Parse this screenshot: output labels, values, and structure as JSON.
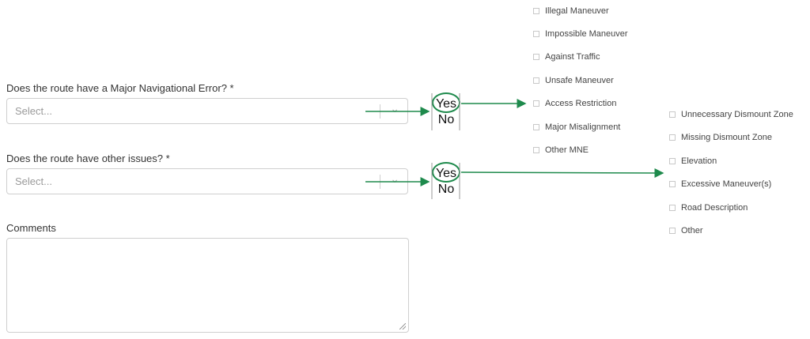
{
  "form": {
    "q1": {
      "label": "Does the route have a Major Navigational Error? *",
      "placeholder": "Select...",
      "yes": "Yes",
      "no": "No"
    },
    "q2": {
      "label": "Does the route have other issues? *",
      "placeholder": "Select...",
      "yes": "Yes",
      "no": "No"
    },
    "comments": {
      "label": "Comments",
      "value": ""
    }
  },
  "mne_options": [
    "Illegal Maneuver",
    "Impossible Maneuver",
    "Against Traffic",
    "Unsafe Maneuver",
    "Access Restriction",
    "Major Misalignment",
    "Other MNE"
  ],
  "other_options": [
    "Unnecessary Dismount Zone",
    "Missing Dismount Zone",
    "Elevation",
    "Excessive Maneuver(s)",
    "Road Description",
    "Other"
  ],
  "colors": {
    "annotation": "#1e8a4c",
    "border": "#cfcfcf",
    "placeholder": "#9a9a9a"
  },
  "icons": {
    "dropdown": "chevron-down-icon",
    "resize": "resize-grip-icon",
    "checkbox": "checkbox-icon"
  }
}
